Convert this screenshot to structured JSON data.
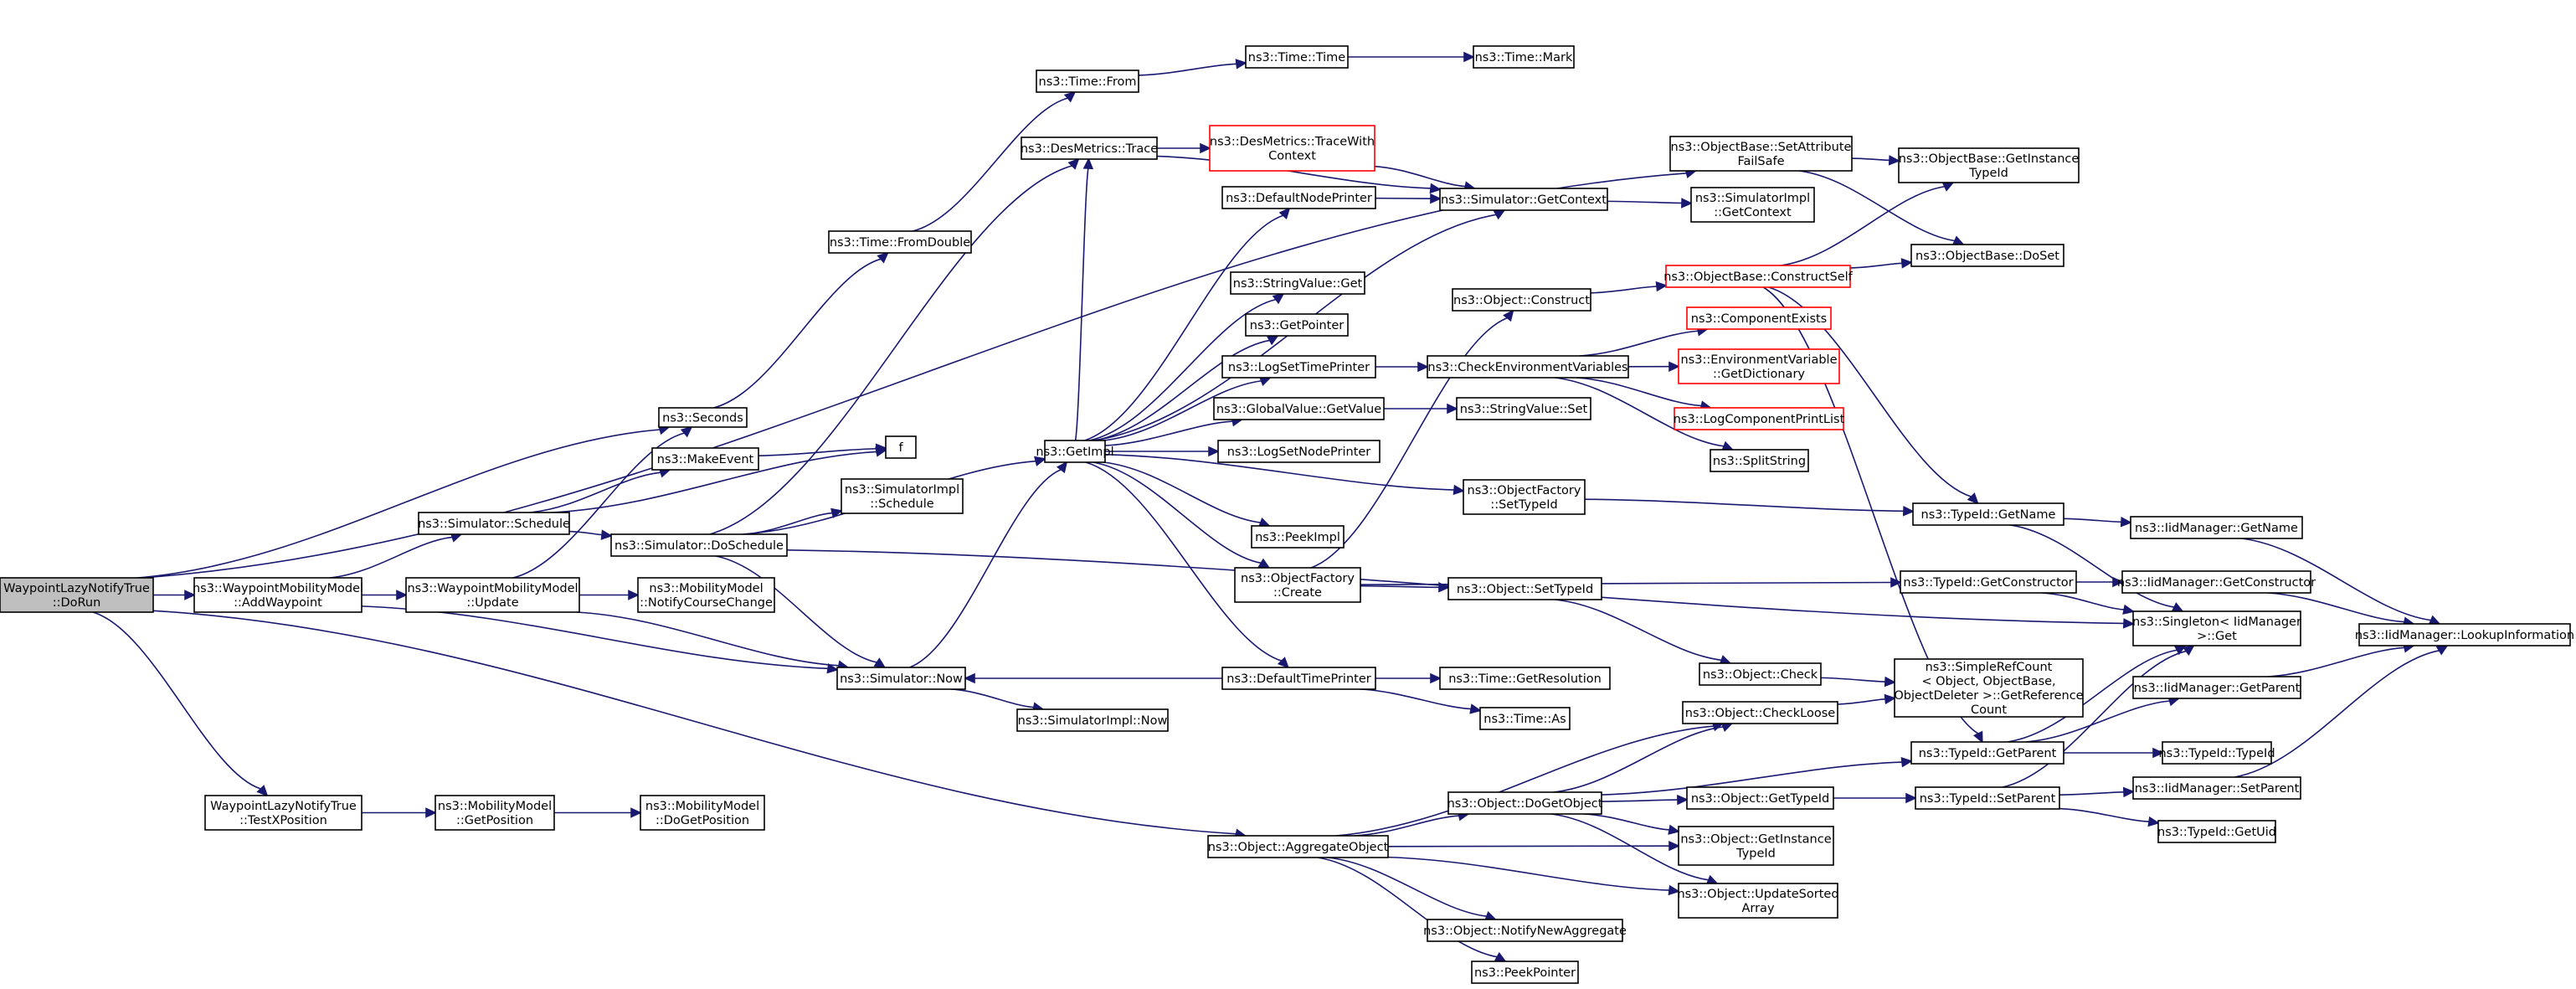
{
  "colors": {
    "edge": "#191970",
    "node_border": "#000000",
    "node_border_truncated": "#ff0000",
    "node_fill": "#ffffff",
    "root_fill": "#bfbfbf"
  },
  "nodes": [
    {
      "id": "root",
      "lines": [
        "WaypointLazyNotifyTrue",
        "::DoRun"
      ],
      "root": true
    },
    {
      "id": "addWaypoint",
      "lines": [
        "ns3::WaypointMobilityModel",
        "::AddWaypoint"
      ]
    },
    {
      "id": "testX",
      "lines": [
        "WaypointLazyNotifyTrue",
        "::TestXPosition"
      ]
    },
    {
      "id": "seconds",
      "lines": [
        "ns3::Seconds"
      ]
    },
    {
      "id": "makeEvent",
      "lines": [
        "ns3::MakeEvent"
      ]
    },
    {
      "id": "f",
      "lines": [
        "f"
      ]
    },
    {
      "id": "schedule",
      "lines": [
        "ns3::Simulator::Schedule"
      ]
    },
    {
      "id": "update",
      "lines": [
        "ns3::WaypointMobilityModel",
        "::Update"
      ]
    },
    {
      "id": "doSchedule",
      "lines": [
        "ns3::Simulator::DoSchedule"
      ]
    },
    {
      "id": "simImplSchedule",
      "lines": [
        "ns3::SimulatorImpl",
        "::Schedule"
      ]
    },
    {
      "id": "notifyCourse",
      "lines": [
        "ns3::MobilityModel",
        "::NotifyCourseChange"
      ]
    },
    {
      "id": "getPosition",
      "lines": [
        "ns3::MobilityModel",
        "::GetPosition"
      ]
    },
    {
      "id": "doGetPosition",
      "lines": [
        "ns3::MobilityModel",
        "::DoGetPosition"
      ]
    },
    {
      "id": "now",
      "lines": [
        "ns3::Simulator::Now"
      ]
    },
    {
      "id": "simImplNow",
      "lines": [
        "ns3::SimulatorImpl::Now"
      ]
    },
    {
      "id": "fromDouble",
      "lines": [
        "ns3::Time::FromDouble"
      ]
    },
    {
      "id": "timeFrom",
      "lines": [
        "ns3::Time::From"
      ]
    },
    {
      "id": "timeTime",
      "lines": [
        "ns3::Time::Time"
      ]
    },
    {
      "id": "timeMark",
      "lines": [
        "ns3::Time::Mark"
      ]
    },
    {
      "id": "getImpl",
      "lines": [
        "ns3::GetImpl"
      ]
    },
    {
      "id": "desTrace",
      "lines": [
        "ns3::DesMetrics::Trace"
      ]
    },
    {
      "id": "traceWithCtx",
      "lines": [
        "ns3::DesMetrics::TraceWith",
        "Context"
      ],
      "truncated": true
    },
    {
      "id": "defNodePrinter",
      "lines": [
        "ns3::DefaultNodePrinter"
      ]
    },
    {
      "id": "getContext",
      "lines": [
        "ns3::Simulator::GetContext"
      ]
    },
    {
      "id": "simImplGetCtx",
      "lines": [
        "ns3::SimulatorImpl",
        "::GetContext"
      ]
    },
    {
      "id": "stringValueGet",
      "lines": [
        "ns3::StringValue::Get"
      ]
    },
    {
      "id": "getPointer",
      "lines": [
        "ns3::GetPointer"
      ]
    },
    {
      "id": "logSetTimePrinter",
      "lines": [
        "ns3::LogSetTimePrinter"
      ]
    },
    {
      "id": "globalValueGet",
      "lines": [
        "ns3::GlobalValue::GetValue"
      ]
    },
    {
      "id": "logSetNodePrinter",
      "lines": [
        "ns3::LogSetNodePrinter"
      ]
    },
    {
      "id": "peekImpl",
      "lines": [
        "ns3::PeekImpl"
      ]
    },
    {
      "id": "factoryCreate",
      "lines": [
        "ns3::ObjectFactory",
        "::Create"
      ]
    },
    {
      "id": "defTimePrinter",
      "lines": [
        "ns3::DefaultTimePrinter"
      ]
    },
    {
      "id": "aggregateObject",
      "lines": [
        "ns3::Object::AggregateObject"
      ]
    },
    {
      "id": "objConstruct",
      "lines": [
        "ns3::Object::Construct"
      ]
    },
    {
      "id": "checkEnv",
      "lines": [
        "ns3::CheckEnvironmentVariables"
      ]
    },
    {
      "id": "stringValueSet",
      "lines": [
        "ns3::StringValue::Set"
      ]
    },
    {
      "id": "factorySetTypeId",
      "lines": [
        "ns3::ObjectFactory",
        "::SetTypeId"
      ]
    },
    {
      "id": "objSetTypeId",
      "lines": [
        "ns3::Object::SetTypeId"
      ]
    },
    {
      "id": "timeGetRes",
      "lines": [
        "ns3::Time::GetResolution"
      ]
    },
    {
      "id": "timeAs",
      "lines": [
        "ns3::Time::As"
      ]
    },
    {
      "id": "doGetObject",
      "lines": [
        "ns3::Object::DoGetObject"
      ]
    },
    {
      "id": "notifyNewAgg",
      "lines": [
        "ns3::Object::NotifyNewAggregate"
      ]
    },
    {
      "id": "peekPointer",
      "lines": [
        "ns3::PeekPointer"
      ]
    },
    {
      "id": "setAttrFailSafe",
      "lines": [
        "ns3::ObjectBase::SetAttribute",
        "FailSafe"
      ]
    },
    {
      "id": "constructSelf",
      "lines": [
        "ns3::ObjectBase::ConstructSelf"
      ],
      "truncated": true
    },
    {
      "id": "componentExists",
      "lines": [
        "ns3::ComponentExists"
      ],
      "truncated": true
    },
    {
      "id": "envGetDict",
      "lines": [
        "ns3::EnvironmentVariable",
        "::GetDictionary"
      ],
      "truncated": true
    },
    {
      "id": "logCompPrint",
      "lines": [
        "ns3::LogComponentPrintList"
      ],
      "truncated": true
    },
    {
      "id": "splitString",
      "lines": [
        "ns3::SplitString"
      ]
    },
    {
      "id": "objCheck",
      "lines": [
        "ns3::Object::Check"
      ]
    },
    {
      "id": "objCheckLoose",
      "lines": [
        "ns3::Object::CheckLoose"
      ]
    },
    {
      "id": "objGetTypeId",
      "lines": [
        "ns3::Object::GetTypeId"
      ]
    },
    {
      "id": "objGetInstTypeId",
      "lines": [
        "ns3::Object::GetInstance",
        "TypeId"
      ]
    },
    {
      "id": "objUpdateSorted",
      "lines": [
        "ns3::Object::UpdateSorted",
        "Array"
      ]
    },
    {
      "id": "getInstTypeId",
      "lines": [
        "ns3::ObjectBase::GetInstance",
        "TypeId"
      ]
    },
    {
      "id": "doSet",
      "lines": [
        "ns3::ObjectBase::DoSet"
      ]
    },
    {
      "id": "typeIdGetName",
      "lines": [
        "ns3::TypeId::GetName"
      ]
    },
    {
      "id": "typeIdGetCtor",
      "lines": [
        "ns3::TypeId::GetConstructor"
      ]
    },
    {
      "id": "refCount",
      "lines": [
        "ns3::SimpleRefCount",
        "< Object, ObjectBase,",
        "ObjectDeleter >::GetReference",
        "Count"
      ]
    },
    {
      "id": "typeIdGetParent",
      "lines": [
        "ns3::TypeId::GetParent"
      ]
    },
    {
      "id": "typeIdSetParent",
      "lines": [
        "ns3::TypeId::SetParent"
      ]
    },
    {
      "id": "iidGetName",
      "lines": [
        "ns3::IidManager::GetName"
      ]
    },
    {
      "id": "iidGetCtor",
      "lines": [
        "ns3::IidManager::GetConstructor"
      ]
    },
    {
      "id": "singletonGet",
      "lines": [
        "ns3::Singleton< IidManager",
        " >::Get"
      ]
    },
    {
      "id": "iidGetParent",
      "lines": [
        "ns3::IidManager::GetParent"
      ]
    },
    {
      "id": "typeIdTypeId",
      "lines": [
        "ns3::TypeId::TypeId"
      ]
    },
    {
      "id": "iidSetParent",
      "lines": [
        "ns3::IidManager::SetParent"
      ]
    },
    {
      "id": "typeIdGetUid",
      "lines": [
        "ns3::TypeId::GetUid"
      ]
    },
    {
      "id": "iidLookup",
      "lines": [
        "ns3::IidManager::LookupInformation"
      ]
    }
  ]
}
